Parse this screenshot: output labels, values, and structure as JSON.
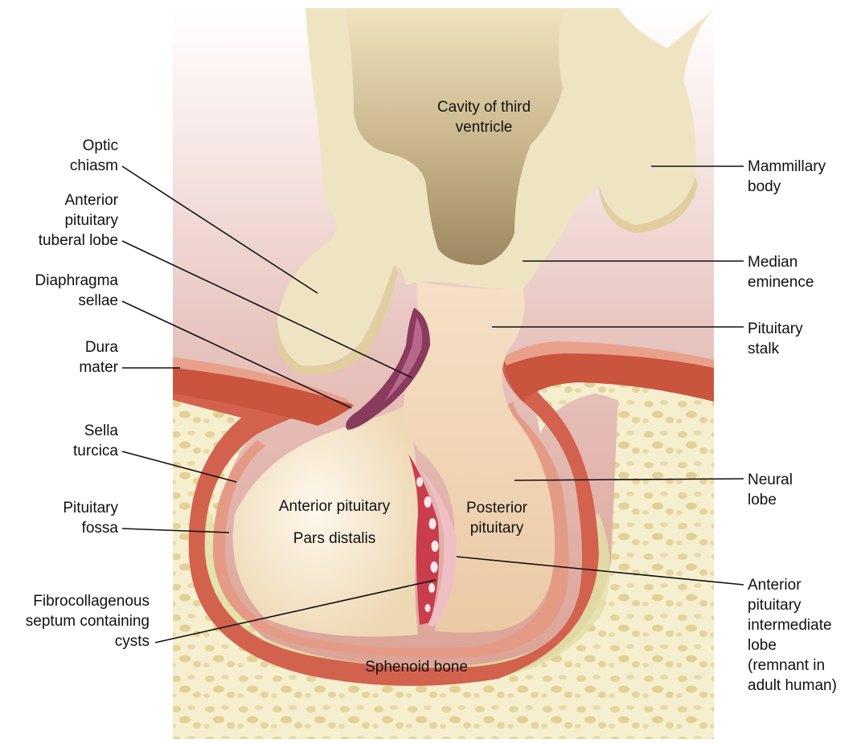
{
  "diagram": {
    "labels_left": {
      "optic_chiasm": "Optic\nchiasm",
      "tuberal_lobe": "Anterior\npituitary\ntuberal lobe",
      "diaphragma_sellae": "Diaphragma\nsellae",
      "dura_mater": "Dura\nmater",
      "sella_turcica": "Sella\nturcica",
      "pituitary_fossa": "Pituitary\nfossa",
      "fibrocollagenous": "Fibrocollagenous\nseptum containing\ncysts"
    },
    "labels_right": {
      "mammillary_body": "Mammillary\nbody",
      "median_eminence": "Median\neminence",
      "pituitary_stalk": "Pituitary\nstalk",
      "neural_lobe": "Neural\nlobe",
      "intermediate_lobe": "Anterior\npituitary\nintermediate\nlobe\n(remnant in\nadult human)"
    },
    "labels_inside": {
      "third_ventricle": "Cavity of third\nventricle",
      "anterior_pituitary": "Anterior pituitary",
      "pars_distalis": "Pars distalis",
      "posterior_pituitary": "Posterior\npituitary",
      "sphenoid_bone": "Sphenoid bone"
    },
    "colors": {
      "brain_tissue": "#efe4c2",
      "ventricle": "#b8a47a",
      "background_tissue": "#e8c8c0",
      "dura": "#d1624f",
      "dura_inner": "#e49a86",
      "bone": "#f4ecc6",
      "bone_spots": "#e6d69c",
      "anterior_pituitary": "#f6ead0",
      "posterior_pituitary": "#efd2b2",
      "tuberal_lobe": "#8a3a5c",
      "septum": "#c93d4f",
      "intermediate_lobe": "#f0c0c4"
    }
  }
}
